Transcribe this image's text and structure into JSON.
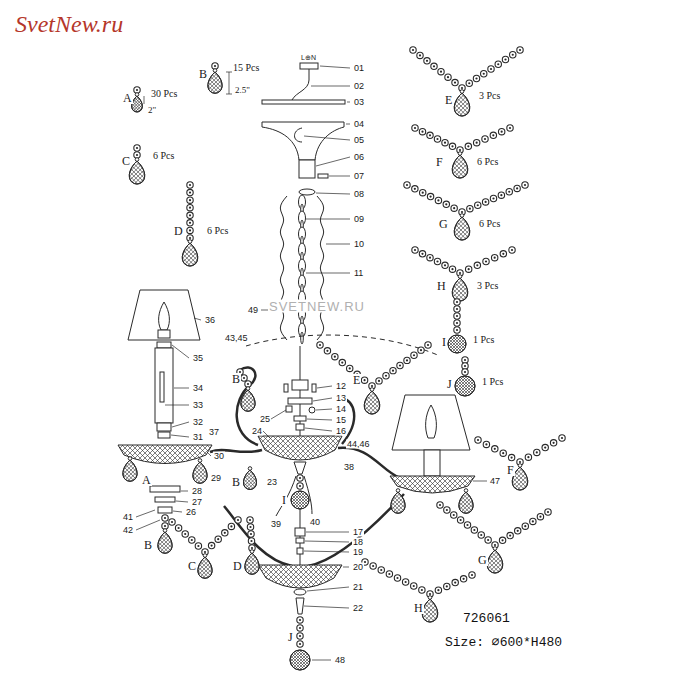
{
  "diagram": {
    "labels": [
      "SvetNew.ru",
      "L⊕N",
      "01",
      "02",
      "03",
      "04",
      "05",
      "06",
      "07",
      "08",
      "09",
      "10",
      "11",
      "A",
      "30 Pcs",
      "2\"",
      "B",
      "15 Pcs",
      "2.5\"",
      "C",
      "6 Pcs",
      "D",
      "6 Pcs",
      "E",
      "3 Pcs",
      "F",
      "6 Pcs",
      "G",
      "6 Pcs",
      "H",
      "3 Pcs",
      "I",
      "1 Pcs",
      "J",
      "1 Pcs",
      "SVETNEW.RU",
      "49",
      "36",
      "35",
      "34",
      "33",
      "32",
      "31",
      "30",
      "29",
      "28",
      "27",
      "26",
      "41",
      "42",
      "43,45",
      "B",
      "E",
      "12",
      "13",
      "14",
      "15",
      "16",
      "25",
      "24",
      "37",
      "44,46",
      "38",
      "A",
      "B",
      "23",
      "I",
      "47",
      "F",
      "39",
      "40",
      "17",
      "18",
      "19",
      "20",
      "21",
      "22",
      "B",
      "C",
      "D",
      "G",
      "H",
      "J",
      "48",
      "726061",
      "Size: ⌀600*H480"
    ]
  }
}
